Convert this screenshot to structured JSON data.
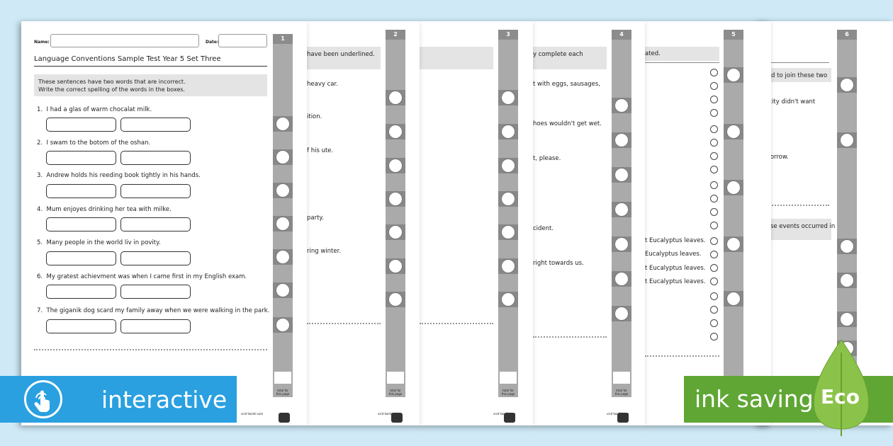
{
  "page1": {
    "name_label": "Name:",
    "date_label": "Date:",
    "title": "Language Conventions Sample Test Year 5 Set Three",
    "instruction_line1": "These sentences have two words that are incorrect.",
    "instruction_line2": "Write the correct spelling of the words in the boxes.",
    "questions": [
      "I had a glas of warm chocalat milk.",
      "I swam to the botom of the oshan.",
      "Andrew holds his reeding book tightly in his hands.",
      "Mum enjoyes drinking her tea with milke.",
      "Many people in the world liv in povity.",
      "My gratest achievment was when I came first in my English exam.",
      "The giganik dog scard my family away when we were walking in the park."
    ],
    "page_number": "1"
  },
  "page2": {
    "instruction": "have been underlined.",
    "frags": [
      "heavy car.",
      "ition.",
      "f his ute.",
      "party.",
      "ring winter."
    ],
    "page_number": "2"
  },
  "page3": {
    "page_number": "3"
  },
  "page4": {
    "instruction": "y complete each",
    "frags": [
      "t with eggs, sausages,",
      "hoes wouldn't get wet.",
      "t, please.",
      "cident.",
      "right towards us."
    ],
    "page_number": "4"
  },
  "page5": {
    "instruction": "ated.",
    "frags": [
      "t Eucalyptus leaves.",
      "Eucalyptus leaves.",
      "t Eucalyptus leaves.",
      "t Eucalyptus leaves."
    ],
    "page_number": "5"
  },
  "page6": {
    "instruction": "used to join these two",
    "frags": [
      "Felicity didn't want",
      "tomorrow."
    ],
    "instruction2": "these events occurred in",
    "page_number": "6"
  },
  "footer": {
    "total_label_1": "total for",
    "total_label_2": "this page",
    "site": "visit twinkl.com"
  },
  "banners": {
    "interactive": "interactive",
    "ink_saving": "ink saving",
    "eco": "Eco"
  },
  "colors": {
    "background": "#cfe9f7",
    "interactive_blue": "#2aa0e0",
    "eco_green": "#5fa634"
  }
}
